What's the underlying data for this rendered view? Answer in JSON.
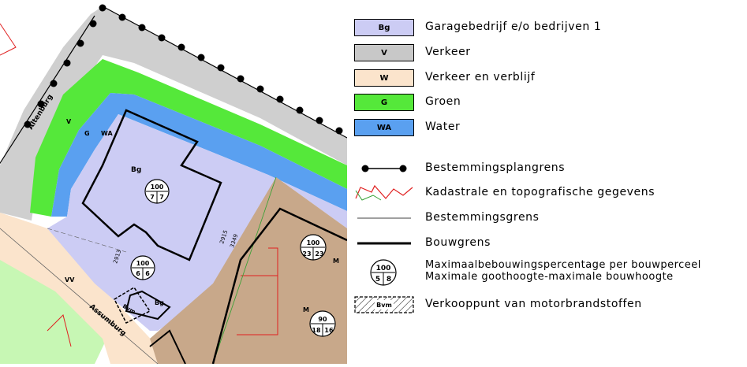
{
  "map": {
    "street_altenburg": "Altenburg",
    "street_assumburg": "Assumburg",
    "zone_v": "V",
    "zone_g": "G",
    "zone_wa": "WA",
    "zone_bg_main": "Bg",
    "zone_bg_small": "Bg",
    "zone_vv": "VV",
    "zone_bvm": "Bvm",
    "zone_m1": "M",
    "zone_m2": "M",
    "dim_2915": "2915",
    "dim_2913": "2913",
    "dim_3349": "3349",
    "marker_1": {
      "top": "100",
      "left": "7",
      "right": "7"
    },
    "marker_2": {
      "top": "100",
      "left": "6",
      "right": "6"
    },
    "marker_3": {
      "top": "100",
      "left": "23",
      "right": "23"
    },
    "marker_4": {
      "top": "90",
      "left": "18",
      "right": "16"
    }
  },
  "legend": {
    "items": [
      {
        "code": "Bg",
        "label": "Garagebedrijf e/o bedrijven 1",
        "color": "#ccccf4"
      },
      {
        "code": "V",
        "label": "Verkeer",
        "color": "#c8c8c8"
      },
      {
        "code": "W",
        "label": "Verkeer en verblijf",
        "color": "#fbe4cc"
      },
      {
        "code": "G",
        "label": "Groen",
        "color": "#55e83a"
      },
      {
        "code": "WA",
        "label": "Water",
        "color": "#5aa0f0"
      }
    ],
    "line_items": [
      {
        "label": "Bestemmingsplangrens"
      },
      {
        "label": "Kadastrale en topografische gegevens"
      },
      {
        "label": "Bestemmingsgrens"
      },
      {
        "label": "Bouwgrens"
      }
    ],
    "marker": {
      "top": "100",
      "left": "5",
      "right": "8",
      "line1": "Maximaalbebouwingspercentage per bouwperceel",
      "line2": "Maximale goothoogte-maximale bouwhoogte"
    },
    "bvm": {
      "code": "Bvm",
      "label": "Verkooppunt van motorbrandstoffen"
    }
  }
}
